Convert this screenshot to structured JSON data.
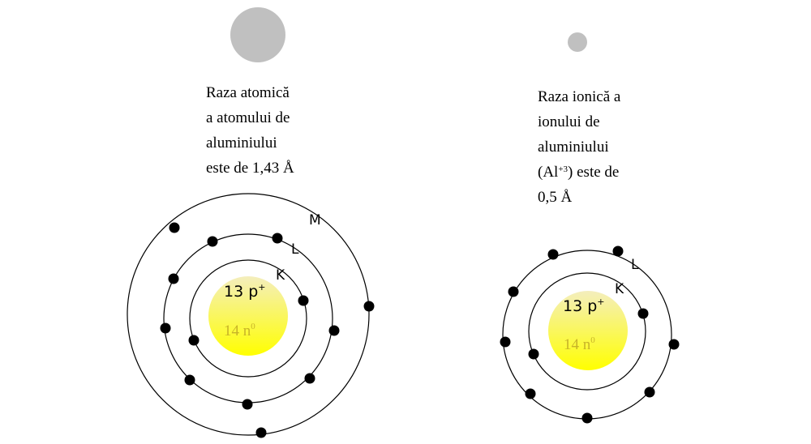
{
  "atom_caption": {
    "line1": "Raza atomică",
    "line2": "a atomului de",
    "line3": "aluminiului",
    "line4": "este de 1,43 Å"
  },
  "ion_caption": {
    "line1": "Raza ionică  a",
    "line2": "ionului  de",
    "line3": "aluminiului",
    "line4_open": "(Al",
    "line4_charge": "+3",
    "line4_rest": ") este de",
    "line5": "0,5 Å"
  },
  "atom_model": {
    "shell_labels": {
      "K": "K",
      "L": "L",
      "M": "M"
    },
    "electrons": {
      "K": 2,
      "L": 8,
      "M": 3
    },
    "nucleus": {
      "protons_text": "13 p",
      "protons_sup": "+",
      "neutrons_text": "14 n",
      "neutrons_sup": "0"
    }
  },
  "ion_model": {
    "shell_labels": {
      "K": "K",
      "L": "L"
    },
    "electrons": {
      "K": 2,
      "L": 8
    },
    "nucleus": {
      "protons_text": "13 p",
      "protons_sup": "+",
      "neutrons_text": "14 n",
      "neutrons_sup": "0"
    }
  },
  "colors": {
    "size_circle": "#c0c0c0",
    "nucleus_top": "#f4eebd",
    "nucleus_bottom": "#ffff00",
    "neutron_text": "#c8b428",
    "shell_stroke": "#000000",
    "electron": "#000000"
  }
}
